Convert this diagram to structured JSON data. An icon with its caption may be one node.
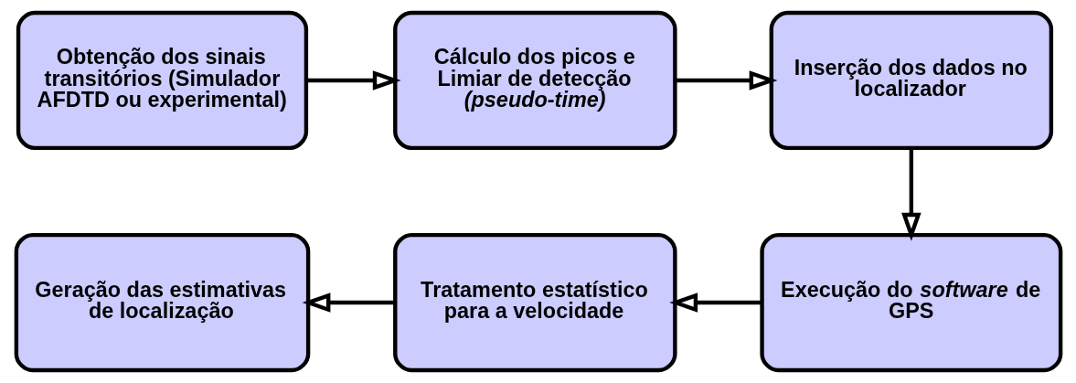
{
  "diagram": {
    "nodes": [
      {
        "text": [
          "Obtenção dos sinais transitórios (Simulador AFDTD ou experimental)"
        ]
      },
      {
        "text": [
          "Cálculo dos picos e Limiar de detecção",
          "*(pseudo-time)*"
        ]
      },
      {
        "text": [
          "Inserção dos dados no localizador"
        ]
      },
      {
        "text": [
          "Execução do *software* de GPS"
        ]
      },
      {
        "text": [
          "Tratamento estatístico para a velocidade"
        ]
      },
      {
        "text": [
          "Geração das estimativas de localização"
        ]
      }
    ],
    "edges": [
      {
        "from": 0,
        "to": 1,
        "arrow": "to"
      },
      {
        "from": 1,
        "to": 2,
        "arrow": "to"
      },
      {
        "from": 2,
        "to": 3,
        "arrow": "to"
      },
      {
        "from": 3,
        "to": 4,
        "arrow": "to"
      },
      {
        "from": 4,
        "to": 5,
        "arrow": "to"
      }
    ]
  }
}
